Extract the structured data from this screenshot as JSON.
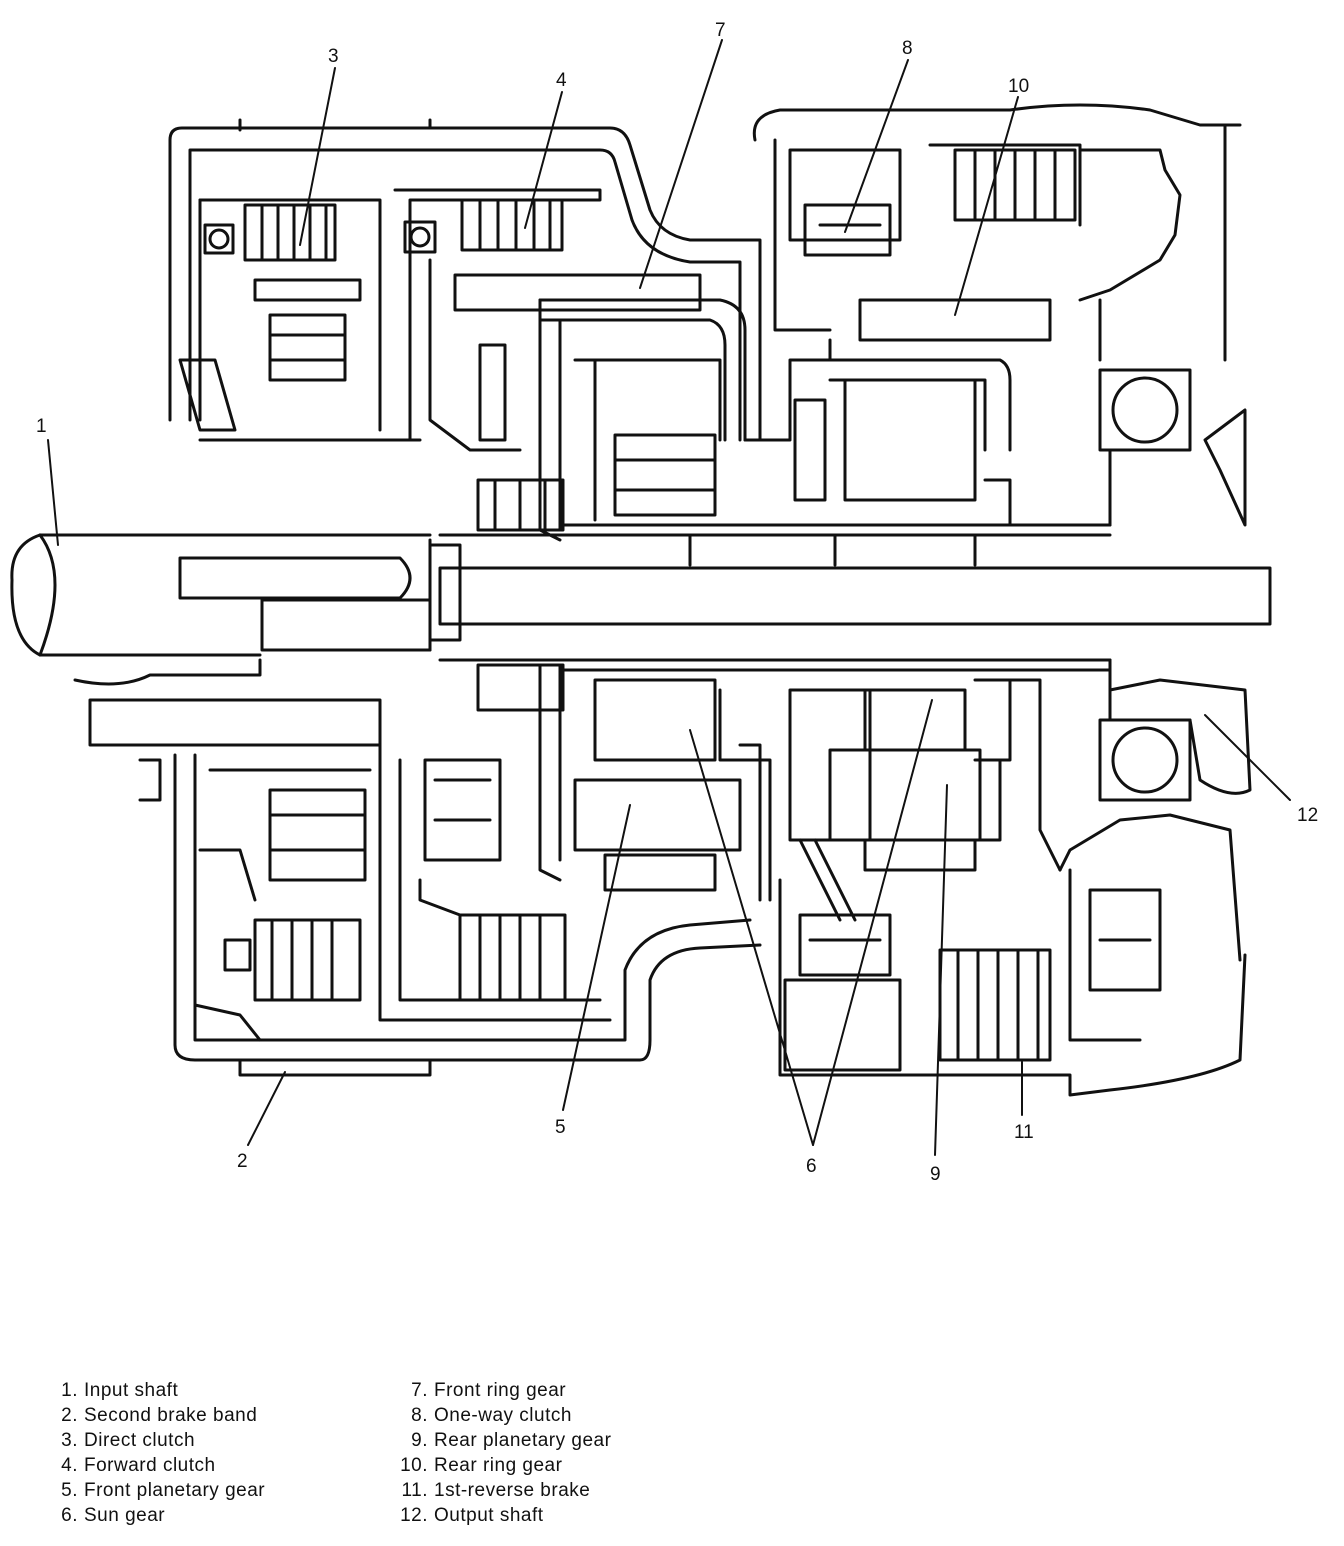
{
  "callouts": {
    "c1": "1",
    "c2": "2",
    "c3": "3",
    "c4": "4",
    "c5": "5",
    "c6": "6",
    "c7": "7",
    "c8": "8",
    "c9": "9",
    "c10": "10",
    "c11": "11",
    "c12": "12"
  },
  "legend": [
    {
      "num": "1.",
      "label": "Input shaft"
    },
    {
      "num": "2.",
      "label": "Second brake band"
    },
    {
      "num": "3.",
      "label": "Direct clutch"
    },
    {
      "num": "4.",
      "label": "Forward clutch"
    },
    {
      "num": "5.",
      "label": "Front planetary gear"
    },
    {
      "num": "6.",
      "label": "Sun gear"
    },
    {
      "num": "7.",
      "label": "Front ring gear"
    },
    {
      "num": "8.",
      "label": "One-way clutch"
    },
    {
      "num": "9.",
      "label": "Rear planetary gear"
    },
    {
      "num": "10.",
      "label": "Rear ring gear"
    },
    {
      "num": "11.",
      "label": "1st-reverse brake"
    },
    {
      "num": "12.",
      "label": "Output shaft"
    }
  ]
}
